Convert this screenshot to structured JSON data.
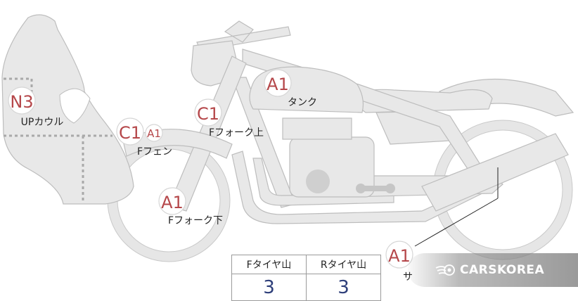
{
  "parts": [
    {
      "grade": "N3",
      "label": "UPカウル"
    },
    {
      "grade": "C1",
      "extra_grade": "A1",
      "label": "Fフェン"
    },
    {
      "grade": "C1",
      "label": "Fフォーク上"
    },
    {
      "grade": "A1",
      "label": "タンク"
    },
    {
      "grade": "A1",
      "label": "Fフォーク下"
    },
    {
      "grade": "A1",
      "label": "サ"
    }
  ],
  "tire_table": {
    "headers": [
      "Fタイヤ山",
      "Rタイヤ山"
    ],
    "values": [
      "3",
      "3"
    ]
  },
  "watermark": {
    "icon": "wing-logo-icon",
    "text": "CARSKOREA"
  },
  "colors": {
    "body_fill": "#e8e8e8",
    "outline": "#bdbdbd",
    "grade_text": "#b5474a",
    "tire_value": "#2e3f7a"
  }
}
